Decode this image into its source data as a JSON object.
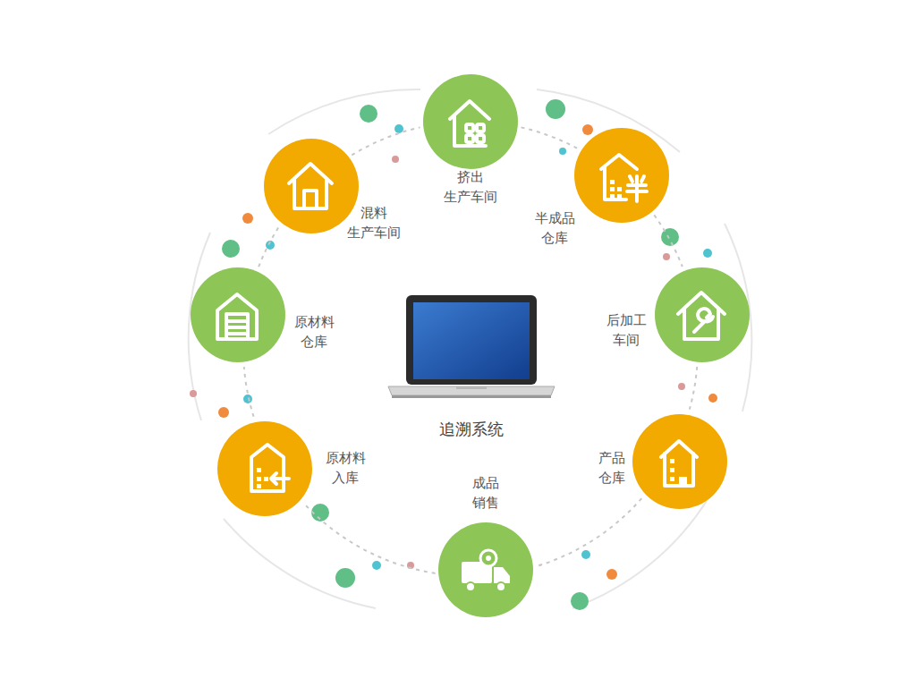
{
  "diagram": {
    "nodes": [
      {
        "text": [
          "原材料 入库"
        ]
      },
      {
        "text": [
          "原材料 仓库"
        ]
      },
      {
        "text": [
          "混料 生产车间"
        ]
      },
      {
        "text": [
          "挤出 生产车间"
        ]
      },
      {
        "text": [
          "半成品 仓库"
        ]
      },
      {
        "text": [
          "后加工 车间"
        ]
      },
      {
        "text": [
          "产品 仓库"
        ]
      },
      {
        "text": [
          "成品 销售"
        ]
      },
      {
        "text": [
          "追溯系统"
        ]
      }
    ],
    "edges": [
      {
        "from": 0,
        "to": 1,
        "arrow": "none"
      },
      {
        "from": 1,
        "to": 2,
        "arrow": "none"
      },
      {
        "from": 2,
        "to": 3,
        "arrow": "none"
      },
      {
        "from": 3,
        "to": 4,
        "arrow": "none"
      },
      {
        "from": 4,
        "to": 5,
        "arrow": "none"
      },
      {
        "from": 5,
        "to": 6,
        "arrow": "none"
      },
      {
        "from": 6,
        "to": 7,
        "arrow": "none"
      },
      {
        "from": 7,
        "to": 0,
        "arrow": "none"
      }
    ]
  }
}
